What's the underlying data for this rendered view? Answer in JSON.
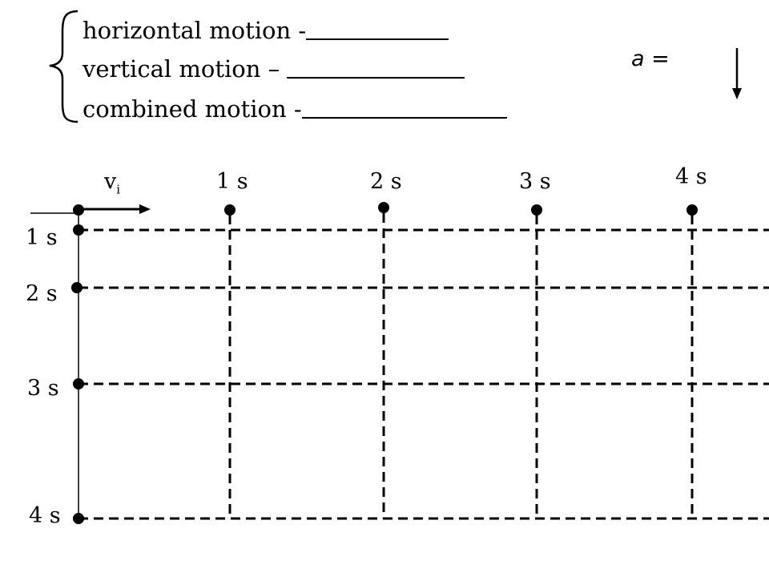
{
  "header": {
    "lines": [
      {
        "label": "horizontal motion -"
      },
      {
        "label": "vertical motion – "
      },
      {
        "label": "combined motion -"
      }
    ],
    "accel_symbol": "a",
    "accel_equals": "="
  },
  "diagram": {
    "velocity_label": "v",
    "velocity_subscript": "i",
    "horizontal_times": [
      "1 s",
      "2 s",
      "3 s",
      "4 s"
    ],
    "vertical_times": [
      "1 s",
      "2 s",
      "3 s",
      "4 s"
    ]
  }
}
